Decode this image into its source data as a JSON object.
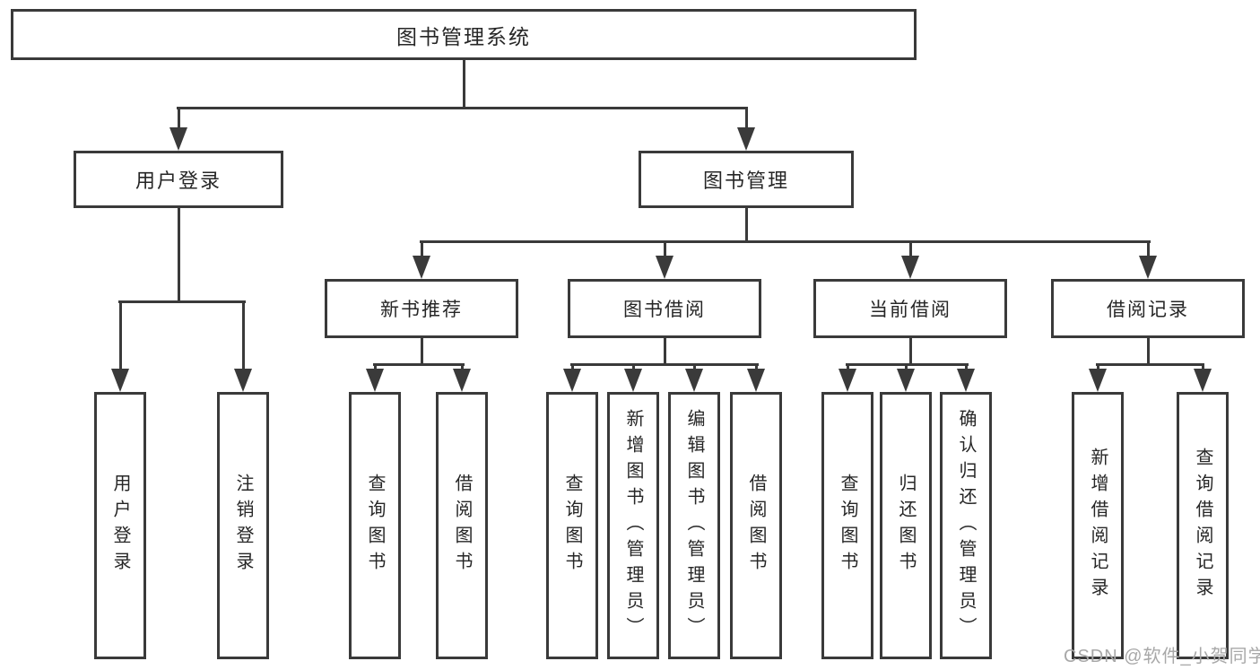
{
  "tree": {
    "label": "图书管理系统",
    "children": [
      {
        "label": "用户登录",
        "children": [
          {
            "label": "用户登录"
          },
          {
            "label": "注销登录"
          }
        ]
      },
      {
        "label": "图书管理",
        "children": [
          {
            "label": "新书推荐",
            "children": [
              {
                "label": "查询图书"
              },
              {
                "label": "借阅图书"
              }
            ]
          },
          {
            "label": "图书借阅",
            "children": [
              {
                "label": "查询图书"
              },
              {
                "label": "新增图书（管理员）"
              },
              {
                "label": "编辑图书（管理员）"
              },
              {
                "label": "借阅图书"
              }
            ]
          },
          {
            "label": "当前借阅",
            "children": [
              {
                "label": "查询图书"
              },
              {
                "label": "归还图书"
              },
              {
                "label": "确认归还（管理员）"
              }
            ]
          },
          {
            "label": "借阅记录",
            "children": [
              {
                "label": "新增借阅记录"
              },
              {
                "label": "查询借阅记录"
              }
            ]
          }
        ]
      }
    ]
  },
  "watermark": "CSDN @软件_小贺同学",
  "colors": {
    "line": "#3a3a3a",
    "text": "#262626",
    "watermark": "#a8a8a8",
    "background": "#ffffff"
  }
}
